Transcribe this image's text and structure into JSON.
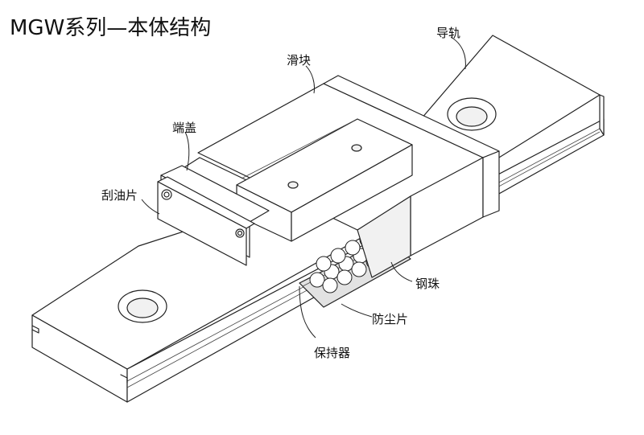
{
  "title": "MGW系列—本体结构",
  "labels": {
    "rail": "导轨",
    "block": "滑块",
    "end_cap": "端盖",
    "scraper": "刮油片",
    "steel_ball": "钢珠",
    "dust_strip": "防尘片",
    "retainer": "保持器"
  }
}
